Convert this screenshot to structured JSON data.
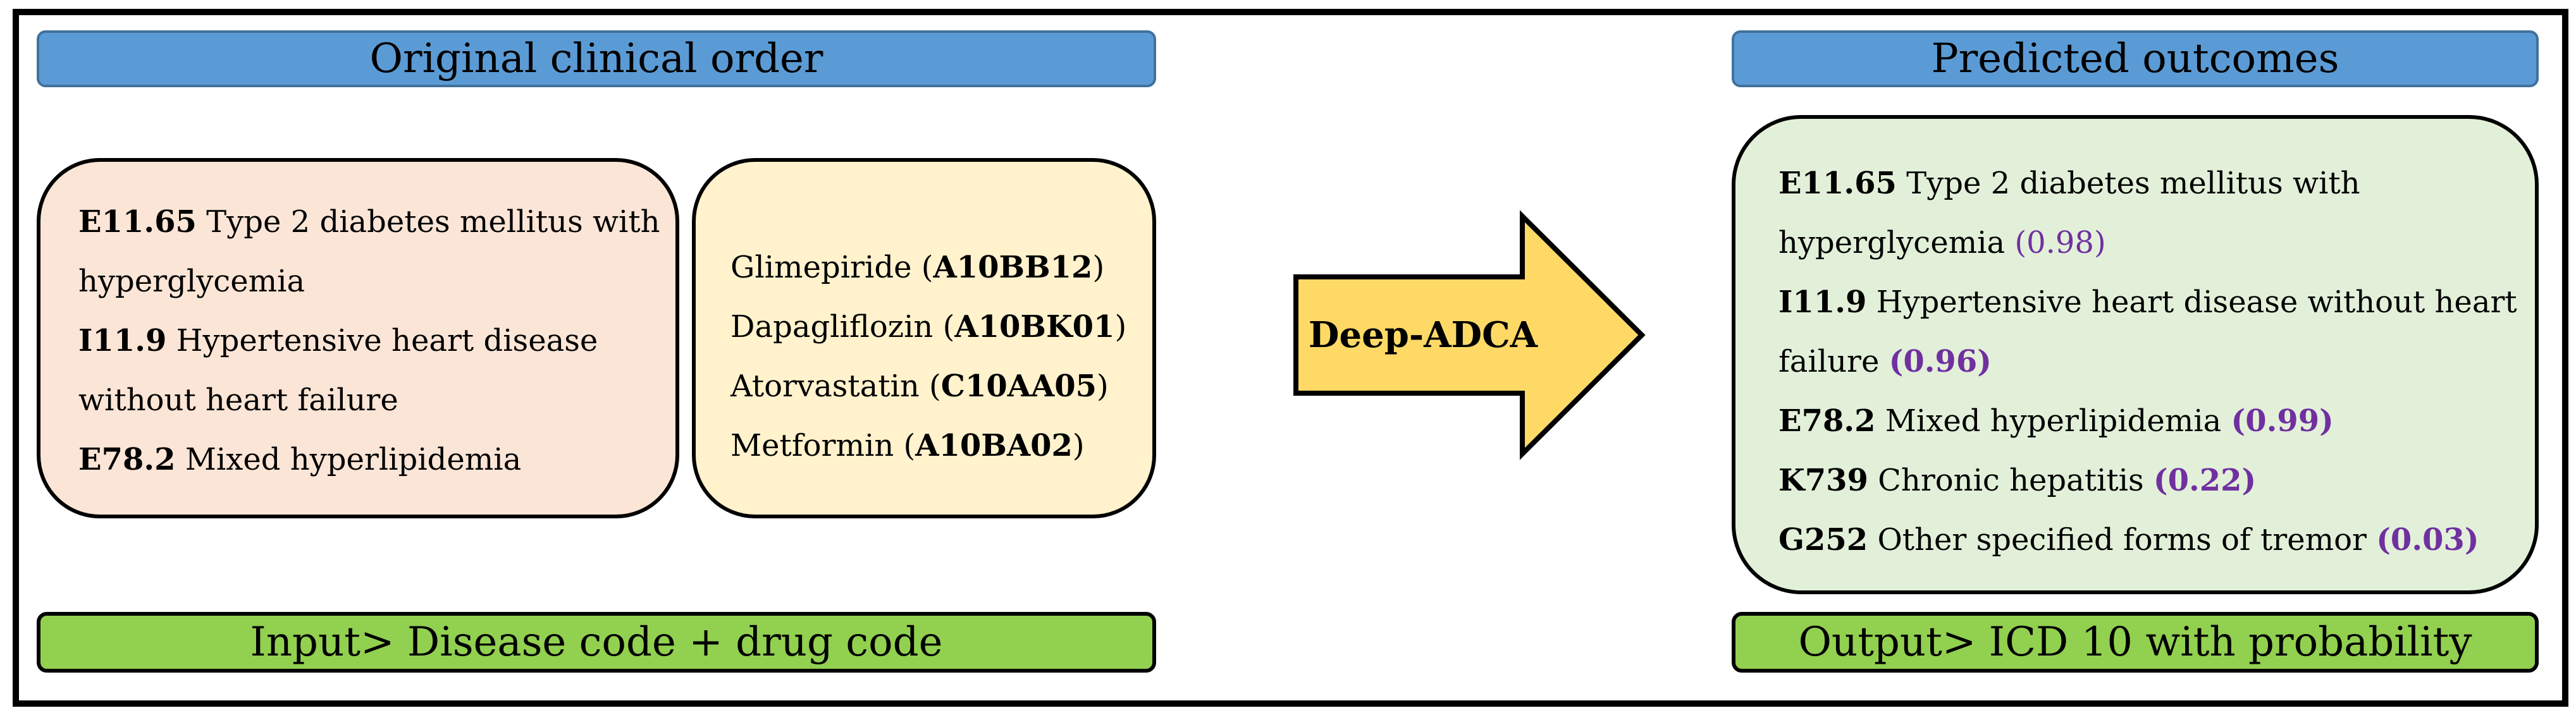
{
  "left_header": "Original clinical order",
  "right_header": "Predicted outcomes",
  "diseases": [
    {
      "code": "E11.65",
      "line1": " Type 2 diabetes mellitus with",
      "line2": "hyperglycemia"
    },
    {
      "code": "I11.9",
      "line1": " Hypertensive heart disease",
      "line2": "without heart failure"
    },
    {
      "code": "E78.2",
      "line1": " Mixed hyperlipidemia"
    }
  ],
  "drugs": [
    {
      "name": "Glimepiride (",
      "code": "A10BB12",
      "close": ")"
    },
    {
      "name": "Dapagliflozin (",
      "code": "A10BK01",
      "close": ")"
    },
    {
      "name": "Atorvastatin (",
      "code": "C10AA05",
      "close": ")"
    },
    {
      "name": "Metformin (",
      "code": "A10BA02",
      "close": ")"
    }
  ],
  "model_label": "Deep-ADCA",
  "predictions": [
    {
      "code": "E11.65",
      "line1": " Type 2 diabetes mellitus with",
      "line2": "hyperglycemia ",
      "prob": "(0.98)"
    },
    {
      "code": "I11.9",
      "line1": " Hypertensive heart disease without heart",
      "line2": "failure ",
      "prob": "(0.96)"
    },
    {
      "code": "E78.2",
      "text": " Mixed hyperlipidemia ",
      "prob": "(0.99)"
    },
    {
      "code": "K739",
      "text": " Chronic hepatitis ",
      "prob": "(0.22)"
    },
    {
      "code": "G252",
      "text": " Other specified forms of tremor ",
      "prob": "(0.03)"
    }
  ],
  "input_label": "Input> Disease code + drug code",
  "output_label": "Output> ICD 10 with probability",
  "colors": {
    "header_blue": "#5b9bd5",
    "footer_green": "#92d050",
    "disease_box": "#fbe5d6",
    "drug_box": "#fff2cc",
    "prediction_box": "#e2f0d9",
    "arrow": "#ffd966",
    "probability": "#7030a0"
  }
}
